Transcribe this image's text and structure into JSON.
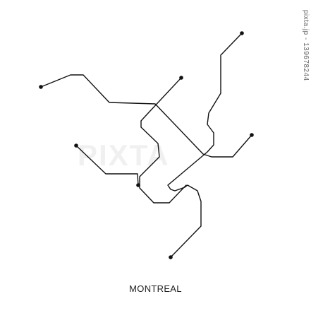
{
  "title": "MONTREAL",
  "credit": "pixta.jp - 139678244",
  "watermark": "PIXTA",
  "colors": {
    "line": "#111111",
    "background": "#ffffff",
    "title": "#222222"
  },
  "lines": [
    {
      "id": "line-1",
      "stations": [
        "west-terminus-upper",
        "east-terminus-middle"
      ]
    },
    {
      "id": "line-2",
      "stations": [
        "north-terminus",
        "south-terminus"
      ]
    },
    {
      "id": "line-3",
      "stations": [
        "west-terminus-lower",
        "interchange-southwest"
      ]
    },
    {
      "id": "line-4",
      "stations": [
        "north-terminus-central",
        "south-loop"
      ]
    }
  ]
}
